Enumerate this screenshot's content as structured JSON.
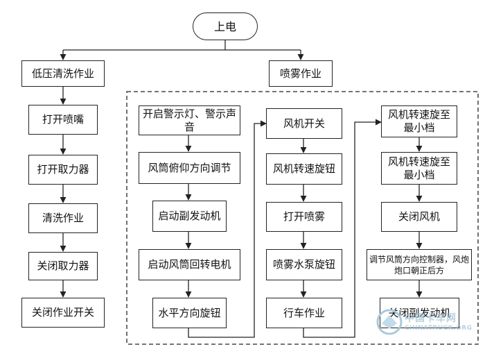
{
  "root": {
    "label": "上电"
  },
  "branches": {
    "left": {
      "label": "低压清洗作业"
    },
    "right": {
      "label": "喷雾作业"
    }
  },
  "left_steps": [
    "打开喷嘴",
    "打开取力器",
    "清洗作业",
    "关闭取力器",
    "关闭作业开关"
  ],
  "col1_steps": [
    "开启警示灯、警示声音",
    "风筒俯仰方向调节",
    "启动副发动机",
    "启动风筒回转电机",
    "水平方向旋钮"
  ],
  "col2_steps": [
    "风机开关",
    "风机转速旋钮",
    "打开喷雾",
    "喷雾水泵旋钮",
    "行车作业"
  ],
  "col3_steps": [
    "风机转速旋至最小档",
    "风机转速旋至最小档",
    "关闭风机",
    "调节风筒方向控制器，风炮炮口朝正后方",
    "关闭副发动机"
  ],
  "watermark": {
    "brand": "中国卡车网",
    "domain": "CHINATRUCK.ORG"
  }
}
